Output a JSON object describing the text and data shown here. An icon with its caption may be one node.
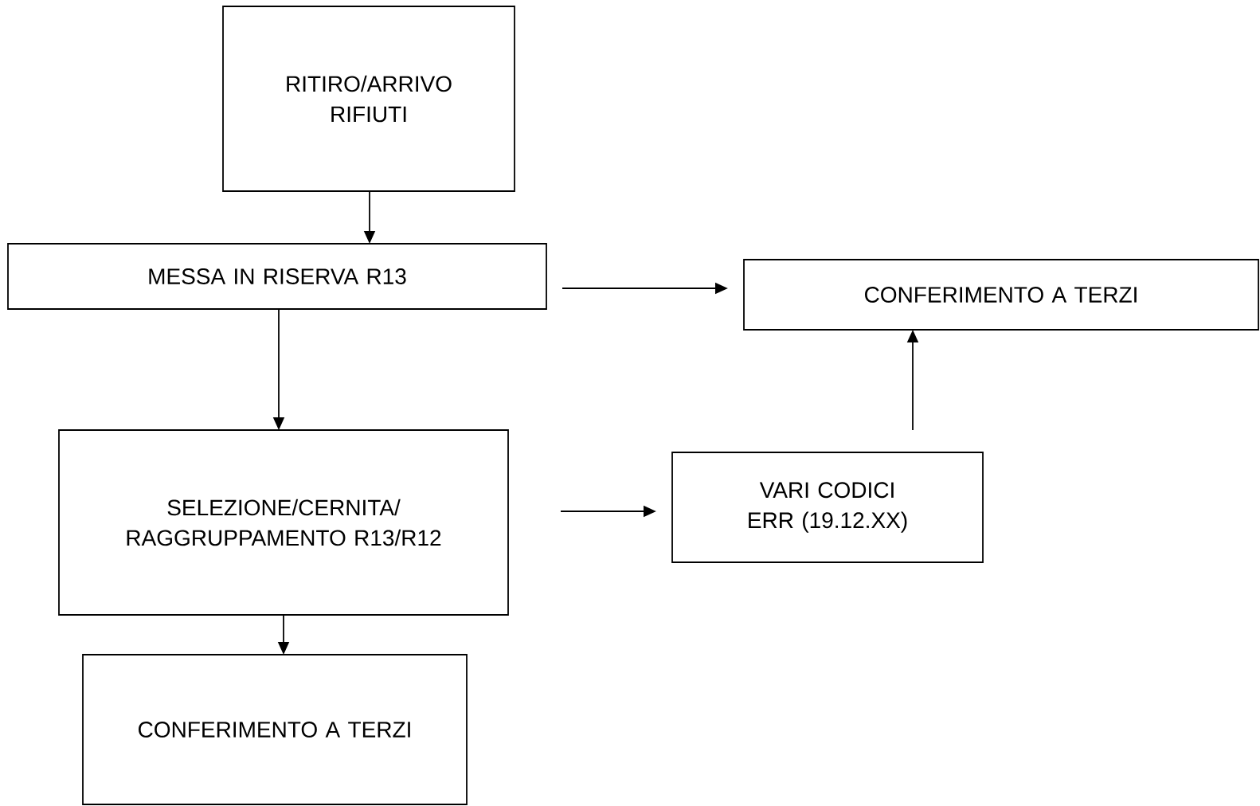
{
  "diagram": {
    "nodes": [
      {
        "text": [
          "RITIRO/ARRIVO RIFIUTI"
        ]
      },
      {
        "text": [
          "MESSA IN RISERVA R13"
        ]
      },
      {
        "text": [
          "CONFERIMENTO A TERZI"
        ]
      },
      {
        "text": [
          "SELEZIONE/CERNITA/ RAGGRUPPAMENTO R13/R12"
        ]
      },
      {
        "text": [
          "VARI CODICI ERR (19.12.XX)"
        ]
      },
      {
        "text": [
          "CONFERIMENTO A TERZI"
        ]
      }
    ],
    "edges": [
      {
        "from": 0,
        "to": 1,
        "arrow": "to"
      },
      {
        "from": 1,
        "to": 2,
        "arrow": "to"
      },
      {
        "from": 1,
        "to": 3,
        "arrow": "to"
      },
      {
        "from": 3,
        "to": 4,
        "arrow": "to"
      },
      {
        "from": 4,
        "to": 2,
        "arrow": "to"
      },
      {
        "from": 3,
        "to": 5,
        "arrow": "to"
      }
    ]
  }
}
